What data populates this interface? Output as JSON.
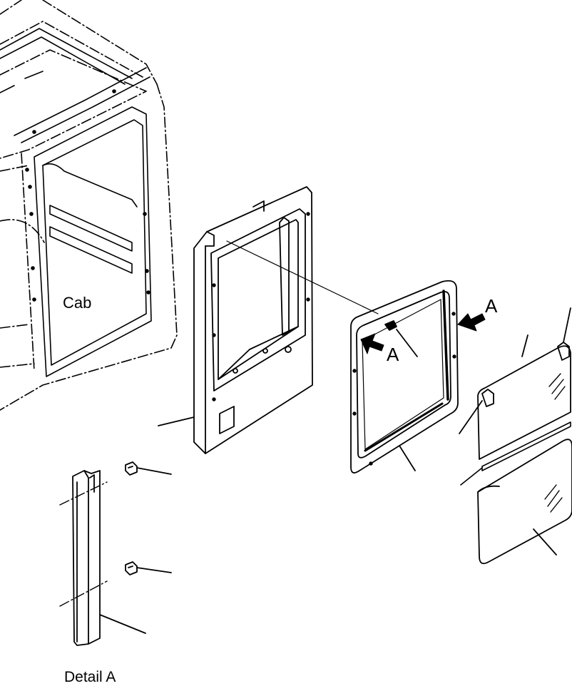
{
  "labels": {
    "cab": "Cab",
    "detail": "Detail A",
    "arrow_a_right": "A",
    "arrow_a_left": "A"
  },
  "colors": {
    "ink": "#000000",
    "paper": "#ffffff"
  }
}
